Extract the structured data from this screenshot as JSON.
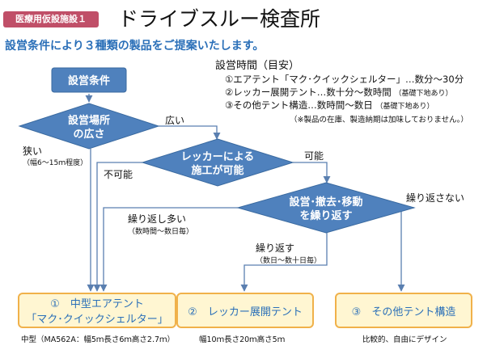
{
  "badge": "医療用仮設施設１",
  "title": "ドライブスルー検査所",
  "headline": "設営条件により３種類の製品をご提案いたします。",
  "hours": {
    "title": "設営時間（目安）",
    "lines": [
      {
        "text": "①エアテント「マク･クイックシェルター」…数分～30分",
        "sub": ""
      },
      {
        "text": "②レッカー展開テント…数十分～数時間",
        "sub": "（基礎下地あり）"
      },
      {
        "text": "③その他テント構造…数時間～数日",
        "sub": "（基礎下地あり）"
      }
    ],
    "note": "（※製品の在庫、製造納期は加味しておりません。）"
  },
  "nodes": {
    "start": "設営条件",
    "site": [
      "設営場所",
      "の広さ"
    ],
    "crane": [
      "レッカーによる",
      "施工が可能"
    ],
    "repeat": [
      "設営･撤去･移動",
      "を繰り返す"
    ]
  },
  "edges": {
    "wide": "広い",
    "narrow": "狭い",
    "narrow_sub": "（幅6～15ｍ程度）",
    "not_possible": "不可能",
    "possible": "可能",
    "no_repeat": "繰り返さない",
    "repeat_many": "繰り返し多い",
    "repeat_many_sub": "（数時間～数日毎）",
    "repeat": "繰り返す",
    "repeat_sub": "（数日～数十日毎）"
  },
  "results": [
    {
      "line1": "①　中型エアテント",
      "line2": "「マク･クイックシェルター」",
      "spec": "中型（MA562A：幅5ｍ長さ6ｍ高さ2.7ｍ）"
    },
    {
      "line1": "②　レッカー展開テント",
      "line2": "",
      "spec": "幅10ｍ長さ20ｍ高さ5ｍ"
    },
    {
      "line1": "③　その他テント構造",
      "line2": "",
      "spec": "比較的、自由にデザイン"
    }
  ],
  "colors": {
    "node_fill": "#4f81bd",
    "node_border": "#3a6aa0",
    "result_fill": "#fff6d2",
    "result_border": "#f0b14a",
    "badge": "#c04f68",
    "accent_text": "#2a6fb8"
  }
}
